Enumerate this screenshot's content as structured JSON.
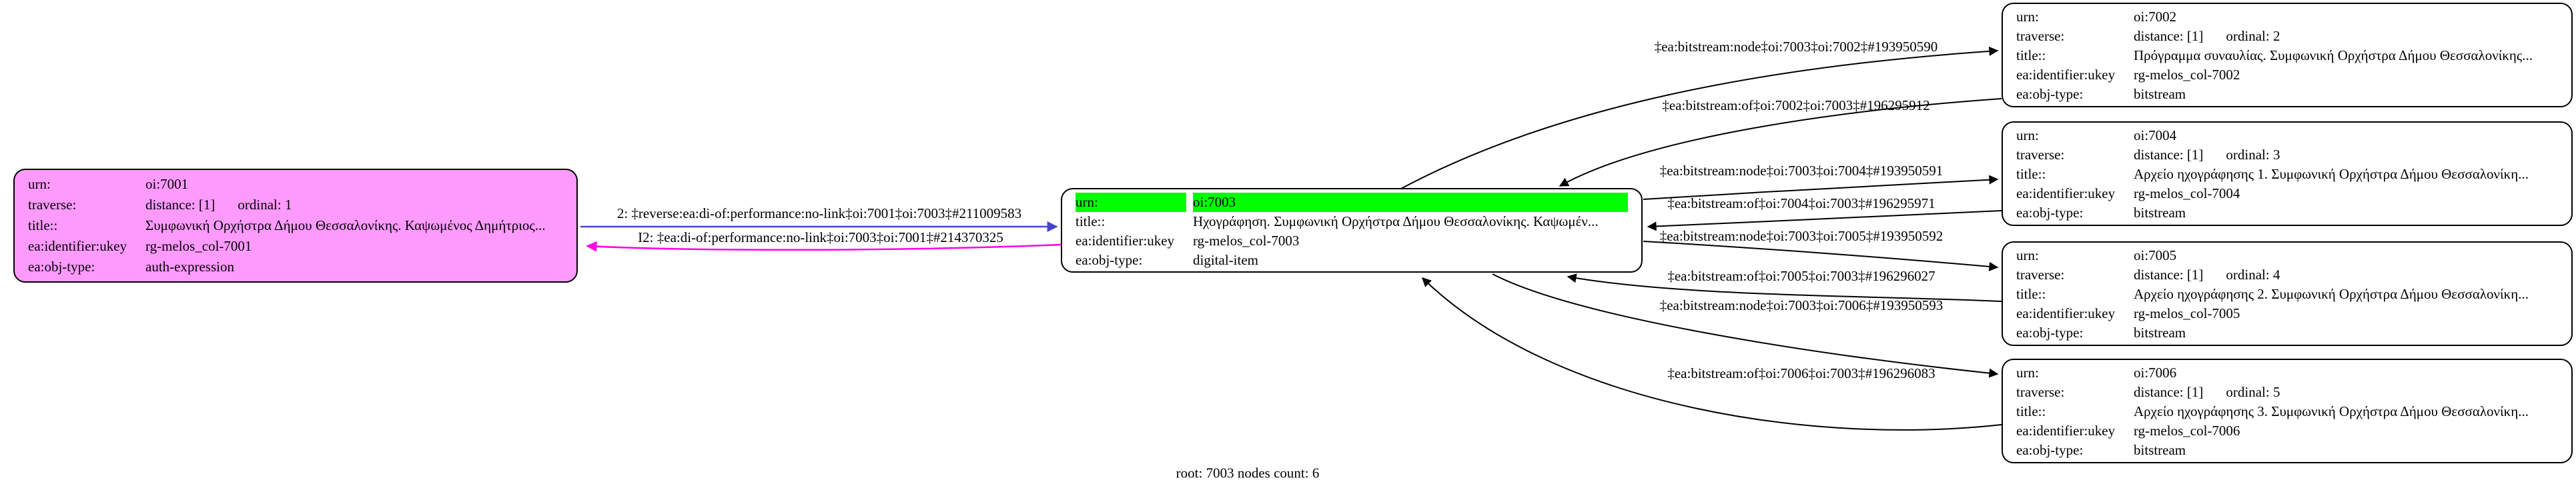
{
  "diagram": {
    "caption": "root: 7003 nodes count: 6",
    "field_keys": {
      "urn": "urn:",
      "traverse": "traverse:",
      "title": "title::",
      "ukey": "ea:identifier:ukey",
      "objtype": "ea:obj-type:"
    },
    "colors": {
      "expression_node_fill": "#ff9aff",
      "root_highlight": "#00ff00",
      "forward_edge": "#4444cc",
      "back_edge": "#ff00e8",
      "plain_edge": "#000000"
    },
    "nodes": {
      "oi7001": {
        "urn": "oi:7001",
        "distance": "distance: [1]",
        "ordinal": "ordinal: 1",
        "title": "Συμφωνική Ορχήστρα Δήμου Θεσσαλονίκης. Καψωμένος Δημήτριος...",
        "ukey": "rg-melos_col-7001",
        "objtype": "auth-expression"
      },
      "oi7003": {
        "urn": "oi:7003",
        "title": "Ηχογράφηση. Συμφωνική Ορχήστρα Δήμου Θεσσαλονίκης. Καψωμέν...",
        "ukey": "rg-melos_col-7003",
        "objtype": "digital-item"
      },
      "oi7002": {
        "urn": "oi:7002",
        "distance": "distance: [1]",
        "ordinal": "ordinal: 2",
        "title": "Πρόγραμμα συναυλίας. Συμφωνική Ορχήστρα Δήμου Θεσσαλονίκης...",
        "ukey": "rg-melos_col-7002",
        "objtype": "bitstream"
      },
      "oi7004": {
        "urn": "oi:7004",
        "distance": "distance: [1]",
        "ordinal": "ordinal: 3",
        "title": "Αρχείο ηχογράφησης 1. Συμφωνική Ορχήστρα Δήμου Θεσσαλονίκη...",
        "ukey": "rg-melos_col-7004",
        "objtype": "bitstream"
      },
      "oi7005": {
        "urn": "oi:7005",
        "distance": "distance: [1]",
        "ordinal": "ordinal: 4",
        "title": "Αρχείο ηχογράφησης 2. Συμφωνική Ορχήστρα Δήμου Θεσσαλονίκη...",
        "ukey": "rg-melos_col-7005",
        "objtype": "bitstream"
      },
      "oi7006": {
        "urn": "oi:7006",
        "distance": "distance: [1]",
        "ordinal": "ordinal: 5",
        "title": "Αρχείο ηχογράφησης 3. Συμφωνική Ορχήστρα Δήμου Θεσσαλονίκη...",
        "ukey": "rg-melos_col-7006",
        "objtype": "bitstream"
      }
    },
    "edge_labels": {
      "forward_7001_7003": "2: ‡reverse:ea:di-of:performance:no-link‡oi:7001‡oi:7003‡#211009583",
      "back_7003_7001": "I2: ‡ea:di-of:performance:no-link‡oi:7003‡oi:7001‡#214370325",
      "node_7003_7002": "‡ea:bitstream:node‡oi:7003‡oi:7002‡#193950590",
      "of_7002_7003": "‡ea:bitstream:of‡oi:7002‡oi:7003‡#196295912",
      "node_7003_7004": "‡ea:bitstream:node‡oi:7003‡oi:7004‡#193950591",
      "of_7004_7003": "‡ea:bitstream:of‡oi:7004‡oi:7003‡#196295971",
      "node_7003_7005": "‡ea:bitstream:node‡oi:7003‡oi:7005‡#193950592",
      "of_7005_7003": "‡ea:bitstream:of‡oi:7005‡oi:7003‡#196296027",
      "node_7003_7006": "‡ea:bitstream:node‡oi:7003‡oi:7006‡#193950593",
      "of_7006_7003": "‡ea:bitstream:of‡oi:7006‡oi:7003‡#196296083"
    }
  }
}
